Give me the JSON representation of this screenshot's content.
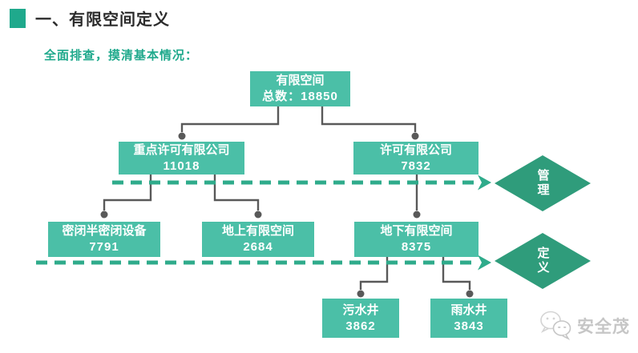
{
  "header": {
    "title": "一、有限空间定义",
    "subtitle": "全面排查，摸清基本情况："
  },
  "flowchart": {
    "root": {
      "label": "有限空间",
      "value": "总数：18850"
    },
    "level2": [
      {
        "label": "重点许可有限公司",
        "value": "11018"
      },
      {
        "label": "许可有限公司",
        "value": "7832"
      }
    ],
    "level3": [
      {
        "label": "密闭半密闭设备",
        "value": "7791"
      },
      {
        "label": "地上有限空间",
        "value": "2684"
      },
      {
        "label": "地下有限空间",
        "value": "8375"
      }
    ],
    "level4": [
      {
        "label": "污水井",
        "value": "3862"
      },
      {
        "label": "雨水井",
        "value": "3843"
      }
    ],
    "diamonds": [
      {
        "label": "管理"
      },
      {
        "label": "定义"
      }
    ]
  },
  "watermark": {
    "label": "安全茂"
  },
  "colors": {
    "node_green": "#4BBFA7",
    "diamond_green": "#2F9C7B",
    "dash_green": "#2FAB8B",
    "connector_gray": "#595959",
    "accent_green": "#1FA98C",
    "watermark_gray": "#C6C6C6"
  }
}
